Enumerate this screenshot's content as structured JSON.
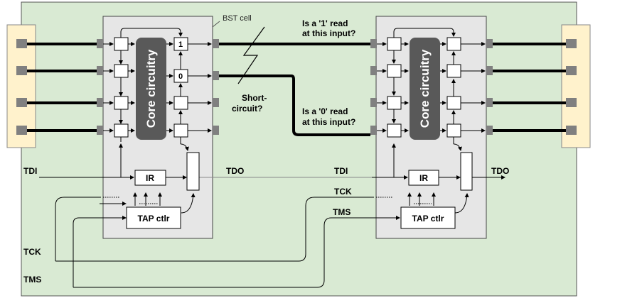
{
  "labels": {
    "bst_cell": "BST cell",
    "core_left": "Core circuitry",
    "core_right": "Core circuitry",
    "cell_1": "1",
    "cell_0": "0",
    "ir_left": "IR",
    "ir_right": "IR",
    "tap_left": "TAP ctlr",
    "tap_right": "TAP ctlr",
    "tdi_left": "TDI",
    "tdo_left": "TDO",
    "tdi_right": "TDI",
    "tdo_right": "TDO",
    "tck_mid": "TCK",
    "tms_mid": "TMS",
    "tck_bottom": "TCK",
    "tms_bottom": "TMS",
    "question_1": "Is a '1' read",
    "question_1b": "at this input?",
    "question_0": "Is a '0' read",
    "question_0b": "at this input?",
    "short_1": "Short-",
    "short_2": "circuit?"
  },
  "colors": {
    "board": "#d9ead3",
    "chip": "#e6e6e6",
    "core": "#595959",
    "connector": "#fff2cc",
    "pad": "#808080"
  }
}
